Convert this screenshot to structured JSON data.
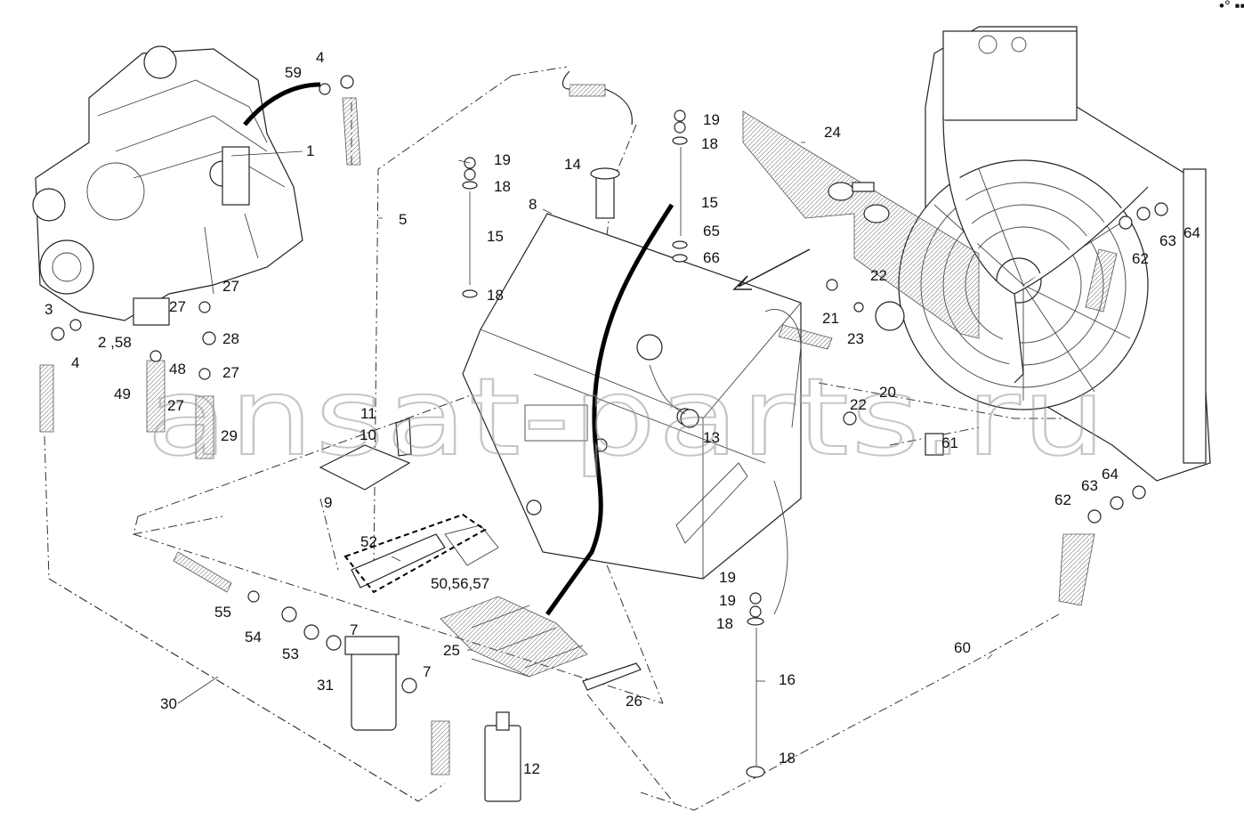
{
  "watermark": "ansat-parts.ru",
  "corner_mark": "•° ▪▪▪",
  "callouts": [
    "1",
    "2 ,58",
    "3",
    "4",
    "4",
    "5",
    "7",
    "7",
    "8",
    "9",
    "10",
    "11",
    "12",
    "13",
    "14",
    "15",
    "15",
    "15",
    "16",
    "18",
    "18",
    "18",
    "18",
    "18",
    "19",
    "19",
    "19",
    "19",
    "20",
    "21",
    "22",
    "22",
    "23",
    "24",
    "25",
    "26",
    "27",
    "27",
    "27",
    "27",
    "28",
    "29",
    "30",
    "31",
    "48",
    "49",
    "50,56,57",
    "52",
    "53",
    "54",
    "55",
    "59",
    "60",
    "61",
    "62",
    "62",
    "63",
    "63",
    "64",
    "64",
    "65",
    "66"
  ]
}
